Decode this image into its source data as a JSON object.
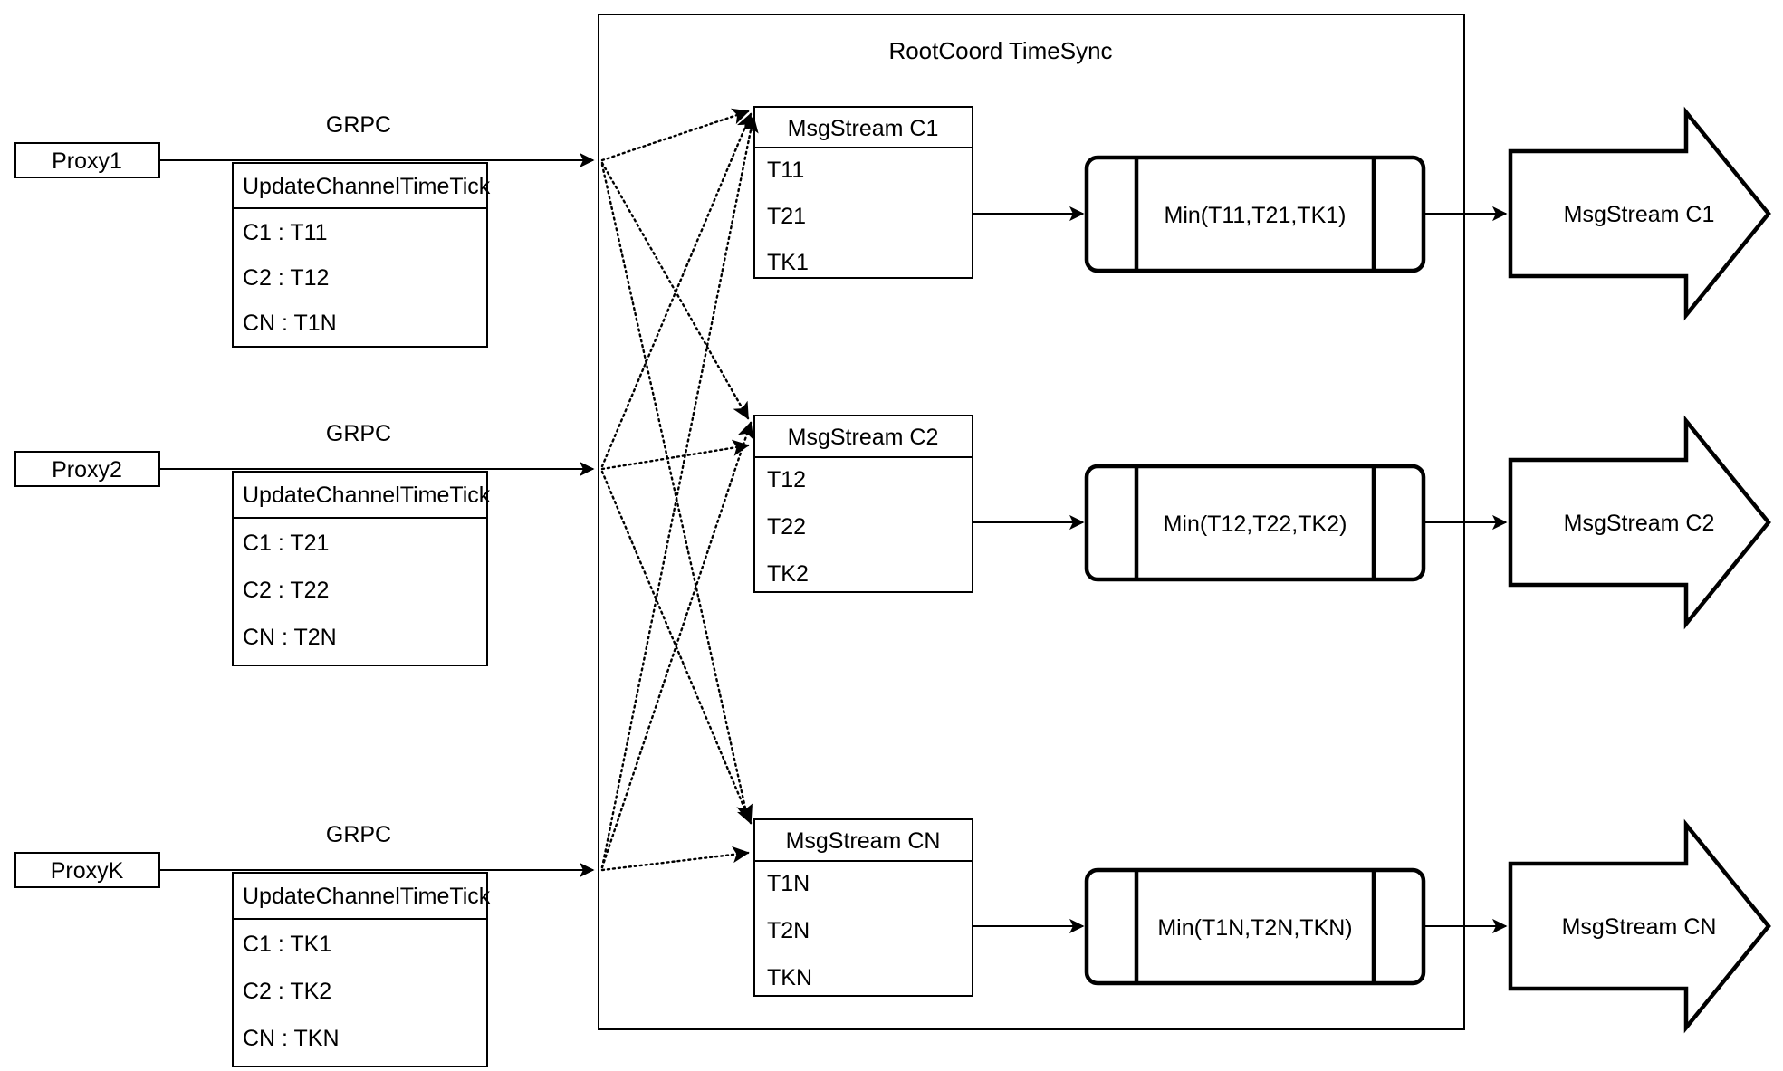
{
  "diagram": {
    "container_title": "RootCoord TimeSync",
    "rows": [
      {
        "proxy_label": "Proxy1",
        "link_label": "GRPC",
        "rpc_box": {
          "header": "UpdateChannelTimeTick",
          "entries": [
            "C1 :  T11",
            "C2 :  T12",
            "CN : T1N"
          ]
        },
        "msgstream_box": {
          "header": "MsgStream C1",
          "entries": [
            "T11",
            "T21",
            "TK1"
          ]
        },
        "min_box_label": "Min(T11,T21,TK1)",
        "output_arrow_label": "MsgStream C1"
      },
      {
        "proxy_label": "Proxy2",
        "link_label": "GRPC",
        "rpc_box": {
          "header": "UpdateChannelTimeTick",
          "entries": [
            "C1 :  T21",
            "C2 :  T22",
            "CN : T2N"
          ]
        },
        "msgstream_box": {
          "header": "MsgStream C2",
          "entries": [
            "T12",
            "T22",
            "TK2"
          ]
        },
        "min_box_label": "Min(T12,T22,TK2)",
        "output_arrow_label": "MsgStream C2"
      },
      {
        "proxy_label": "ProxyK",
        "link_label": "GRPC",
        "rpc_box": {
          "header": "UpdateChannelTimeTick",
          "entries": [
            "C1 :  TK1",
            "C2 :  TK2",
            "CN : TKN"
          ]
        },
        "msgstream_box": {
          "header": "MsgStream CN",
          "entries": [
            "T1N",
            "T2N",
            "TKN"
          ]
        },
        "min_box_label": "Min(T1N,T2N,TKN)",
        "output_arrow_label": "MsgStream CN"
      }
    ],
    "colors": {
      "stroke": "#000000",
      "fill": "#ffffff",
      "background": "#ffffff"
    }
  }
}
